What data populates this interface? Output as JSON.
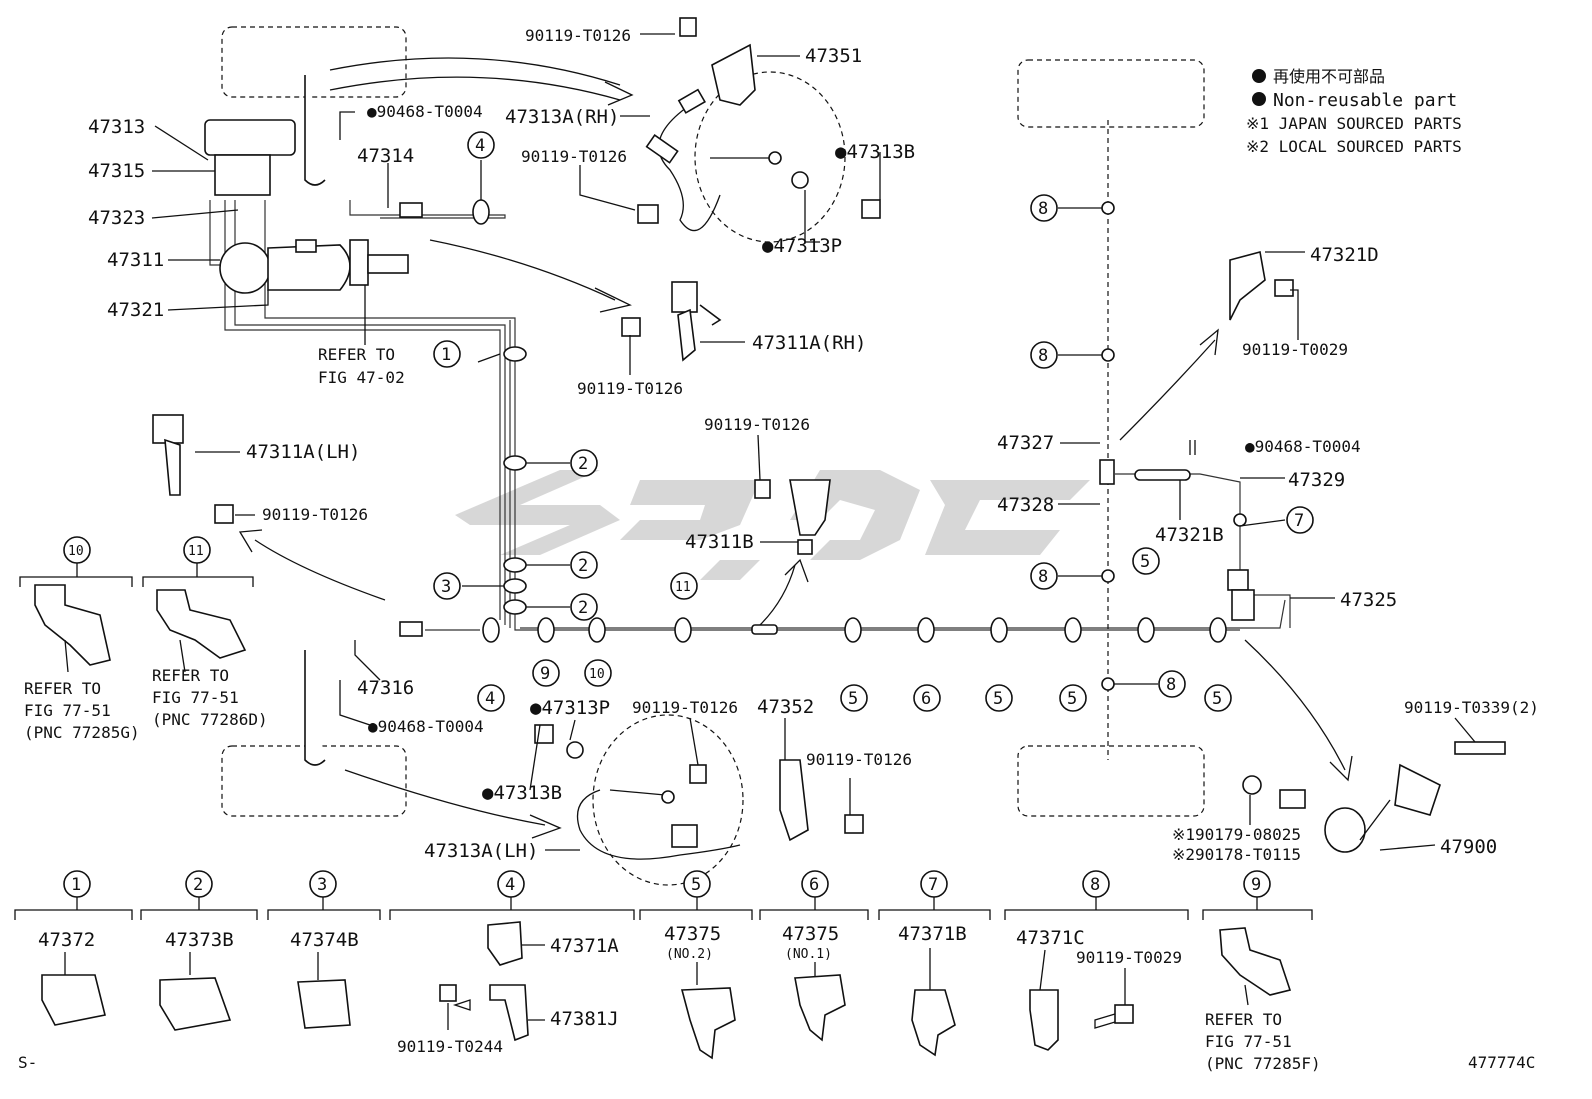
{
  "legend": {
    "non_reusable_jp": "再使用不可部品",
    "non_reusable_en": "Non-reusable part",
    "note1": "※1 JAPAN SOURCED PARTS",
    "note2": "※2 LOCAL SOURCED PARTS"
  },
  "labels": {
    "p47351": "47351",
    "p90119_T0126_top": "90119-T0126",
    "p90468_T0004_top": "●90468-T0004",
    "p47313": "47313",
    "p47315": "47315",
    "p47323": "47323",
    "p47311": "47311",
    "p47321": "47321",
    "p47314": "47314",
    "p47313A_RH": "47313A(RH)",
    "p90119_T0126_rh": "90119-T0126",
    "p47313B_rh": "●47313B",
    "p47313P_rh": "●47313P",
    "refer_47_02_a": "REFER TO",
    "refer_47_02_b": "FIG 47-02",
    "p47311A_RH": "47311A(RH)",
    "p90119_T0126_311rh": "90119-T0126",
    "p47311A_LH": "47311A(LH)",
    "p90119_T0126_311lh": "90119-T0126",
    "p90119_T0126_311b": "90119-T0126",
    "p47311B": "47311B",
    "p47321D": "47321D",
    "p90119_T0029_d": "90119-T0029",
    "p47327": "47327",
    "p90468_T0004_r": "●90468-T0004",
    "p47328": "47328",
    "p47329": "47329",
    "p47321B": "47321B",
    "p47325": "47325",
    "p47316": "47316",
    "p90468_T0004_bl": "●90468-T0004",
    "p47313P_lh": "●47313P",
    "p90119_T0126_lh": "90119-T0126",
    "p47352": "47352",
    "p47313B_lh": "●47313B",
    "p90119_T0126_352": "90119-T0126",
    "p47313A_LH": "47313A(LH)",
    "p90119_T0339": "90119-T0339(2)",
    "p190179": "※190179-08025",
    "p290178": "※290178-T0115",
    "p47900": "47900",
    "refer10_a": "REFER TO",
    "refer10_b": "FIG 77-51",
    "refer10_c": "(PNC 77285G)",
    "refer11_a": "REFER TO",
    "refer11_b": "FIG 77-51",
    "refer11_c": "(PNC 77286D)",
    "refer9_a": "REFER TO",
    "refer9_b": "FIG 77-51",
    "refer9_c": "(PNC 77285F)",
    "figure_code": "477774C",
    "page_prefix": "S-"
  },
  "callouts": [
    "1",
    "2",
    "3",
    "4",
    "5",
    "6",
    "7",
    "8",
    "9",
    "10",
    "11"
  ],
  "clip_table": [
    {
      "num": "1",
      "part": "47372",
      "sub": ""
    },
    {
      "num": "2",
      "part": "47373B",
      "sub": ""
    },
    {
      "num": "3",
      "part": "47374B",
      "sub": ""
    },
    {
      "num": "4",
      "part": "47371A",
      "sub": "47381J",
      "bolt": "90119-T0244"
    },
    {
      "num": "5",
      "part": "47375",
      "sub": "(NO.2)"
    },
    {
      "num": "6",
      "part": "47375",
      "sub": "(NO.1)"
    },
    {
      "num": "7",
      "part": "47371B",
      "sub": ""
    },
    {
      "num": "8",
      "part": "47371C",
      "sub": "",
      "bolt": "90119-T0029"
    },
    {
      "num": "9",
      "part": "",
      "sub": ""
    }
  ],
  "colors": {
    "ink": "#111111",
    "watermark": "#d3d3d3"
  }
}
